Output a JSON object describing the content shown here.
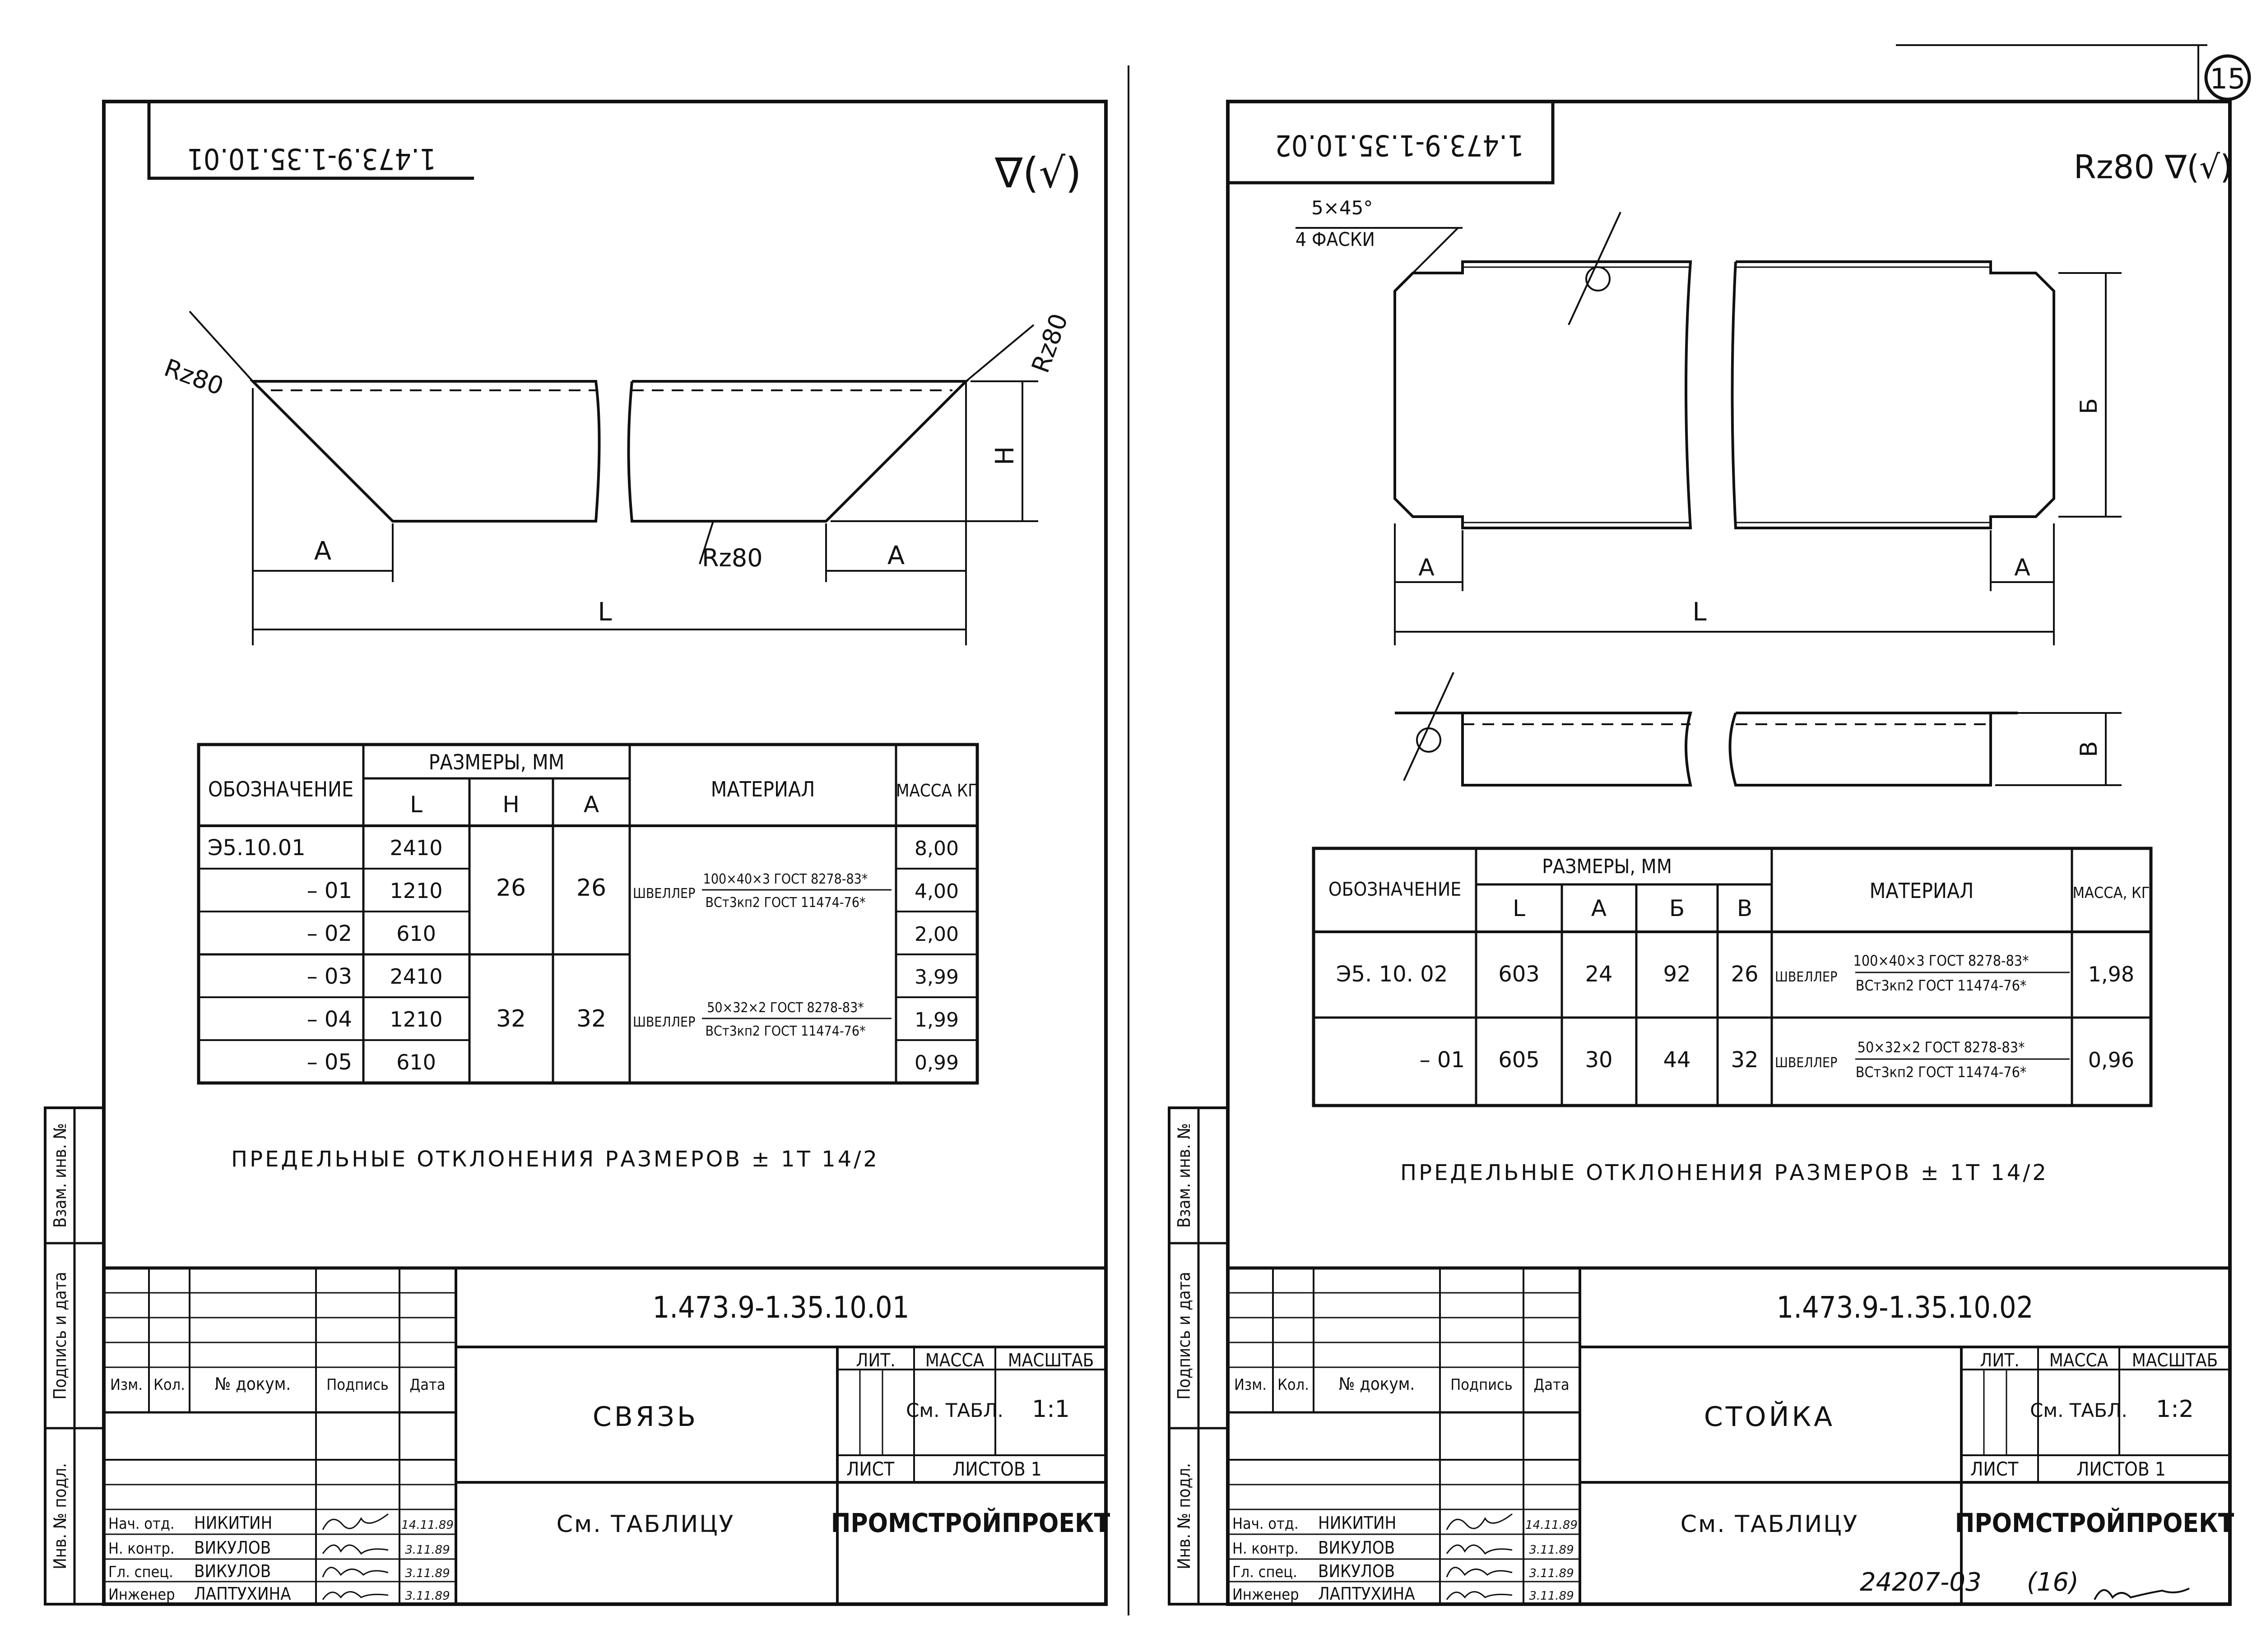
{
  "page_number": "15",
  "sheets": [
    {
      "stamp_code": "1.473.9-1.35.10.01",
      "roughness_mark": "∇(√)",
      "drawing_labels": {
        "rz_left": "Rz80",
        "rz_right": "Rz80",
        "rz_bottom": "Rz80",
        "dim_a_left": "A",
        "dim_a_right": "A",
        "dim_l": "L",
        "dim_h": "H"
      },
      "table": {
        "headers": {
          "designation": "ОБОЗНАЧЕНИЕ",
          "sizes": "РАЗМЕРЫ, ММ",
          "material": "МАТЕРИАЛ",
          "mass": "МАССА КГ"
        },
        "size_cols": [
          "L",
          "H",
          "A"
        ],
        "rows": [
          {
            "designation": "Э5.10.01",
            "L": "2410",
            "mass": "8,00"
          },
          {
            "designation": "– 01",
            "L": "1210",
            "mass": "4,00"
          },
          {
            "designation": "– 02",
            "L": "610",
            "mass": "2,00"
          },
          {
            "designation": "– 03",
            "L": "2410",
            "mass": "3,99"
          },
          {
            "designation": "– 04",
            "L": "1210",
            "mass": "1,99"
          },
          {
            "designation": "– 05",
            "L": "610",
            "mass": "0,99"
          }
        ],
        "groups": [
          {
            "H": "26",
            "A": "26",
            "material_prefix": "ШВЕЛЛЕР",
            "material_num": "100×40×3 ГОСТ 8278-83*",
            "material_den": "ВСт3кп2 ГОСТ 11474-76*"
          },
          {
            "H": "32",
            "A": "32",
            "material_prefix": "ШВЕЛЛЕР",
            "material_num": "50×32×2 ГОСТ 8278-83*",
            "material_den": "ВСт3кп2 ГОСТ 11474-76*"
          }
        ]
      },
      "tolerance_note": "ПРЕДЕЛЬНЫЕ ОТКЛОНЕНИЯ РАЗМЕРОВ ± 1Т 14/2",
      "title_block": {
        "code": "1.473.9-1.35.10.01",
        "name": "СВЯЗЬ",
        "lit_label": "ЛИТ.",
        "mass_label": "МАССА",
        "scale_label": "МАСШТАБ",
        "mass_value": "См. ТАБЛ.",
        "scale_value": "1:1",
        "sheet_label": "ЛИСТ",
        "sheets_label": "ЛИСТОВ 1",
        "material_ref": "См. ТАБЛИЦУ",
        "organization": "ПРОМСТРОЙПРОЕКТ",
        "col_headers": [
          "Изм.",
          "Кол.",
          "№ докум.",
          "Подпись",
          "Дата"
        ],
        "people": [
          {
            "role": "Нач. отд.",
            "name": "НИКИТИН",
            "date": "14.11.89"
          },
          {
            "role": "Н. контр.",
            "name": "ВИКУЛОВ",
            "date": "3.11.89"
          },
          {
            "role": "Гл. спец.",
            "name": "ВИКУЛОВ",
            "date": "3.11.89"
          },
          {
            "role": "Инженер",
            "name": "ЛАПТУХИНА",
            "date": "3.11.89"
          }
        ]
      }
    },
    {
      "stamp_code": "1.473.9-1.35.10.02",
      "roughness_mark": "Rz80 ∇(√)",
      "drawing_labels": {
        "chamfer": "5×45°",
        "chamfer_count": "4 ФАСКИ",
        "dim_a_left": "A",
        "dim_a_right": "A",
        "dim_l": "L",
        "dim_b": "Б",
        "dim_v": "В"
      },
      "table": {
        "headers": {
          "designation": "ОБОЗНАЧЕНИЕ",
          "sizes": "РАЗМЕРЫ, ММ",
          "material": "МАТЕРИАЛ",
          "mass": "МАССА, КГ"
        },
        "size_cols": [
          "L",
          "A",
          "Б",
          "В"
        ],
        "rows": [
          {
            "designation": "Э5. 10. 02",
            "L": "603",
            "A": "24",
            "B": "92",
            "V": "26",
            "material_prefix": "ШВЕЛЛЕР",
            "material_num": "100×40×3 ГОСТ 8278-83*",
            "material_den": "ВСт3кп2 ГОСТ 11474-76*",
            "mass": "1,98"
          },
          {
            "designation": "– 01",
            "L": "605",
            "A": "30",
            "B": "44",
            "V": "32",
            "material_prefix": "ШВЕЛЛЕР",
            "material_num": "50×32×2 ГОСТ 8278-83*",
            "material_den": "ВСт3кп2 ГОСТ 11474-76*",
            "mass": "0,96"
          }
        ]
      },
      "tolerance_note": "ПРЕДЕЛЬНЫЕ ОТКЛОНЕНИЯ РАЗМЕРОВ ± 1Т 14/2",
      "title_block": {
        "code": "1.473.9-1.35.10.02",
        "name": "СТОЙКА",
        "lit_label": "ЛИТ.",
        "mass_label": "МАССА",
        "scale_label": "МАСШТАБ",
        "mass_value": "См. ТАБЛ.",
        "scale_value": "1:2",
        "sheet_label": "ЛИСТ",
        "sheets_label": "ЛИСТОВ 1",
        "material_ref": "См. ТАБЛИЦУ",
        "organization": "ПРОМСТРОЙПРОЕКТ",
        "col_headers": [
          "Изм.",
          "Кол.",
          "№ докум.",
          "Подпись",
          "Дата"
        ],
        "people": [
          {
            "role": "Нач. отд.",
            "name": "НИКИТИН",
            "date": "14.11.89"
          },
          {
            "role": "Н. контр.",
            "name": "ВИКУЛОВ",
            "date": "3.11.89"
          },
          {
            "role": "Гл. спец.",
            "name": "ВИКУЛОВ",
            "date": "3.11.89"
          },
          {
            "role": "Инженер",
            "name": "ЛАПТУХИНА",
            "date": "3.11.89"
          }
        ]
      }
    }
  ],
  "side_strip": {
    "inv_podl": "Инв. № подл.",
    "podpis_data": "Подпись и дата",
    "vzam_inv": "Взам. инв. №"
  },
  "archive_number": "24207-03",
  "archive_sub": "(16)"
}
